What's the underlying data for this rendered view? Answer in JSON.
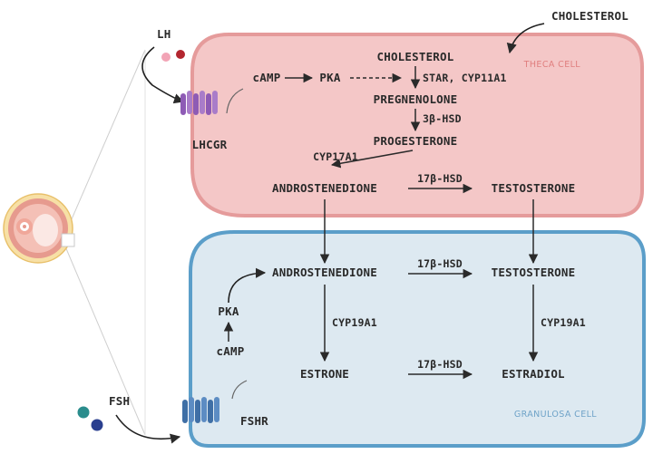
{
  "external": {
    "cholesterol": "CHOLESTEROL",
    "lh": "LH",
    "fsh": "FSH"
  },
  "receptors": {
    "lhcgr": "LHCGR",
    "fshr": "FSHR"
  },
  "theca": {
    "name": "THECA CELL",
    "camp": "cAMP",
    "pka": "PKA",
    "cholesterol": "CHOLESTEROL",
    "star_enzymes": "STAR, CYP11A1",
    "pregnenolone": "PREGNENOLONE",
    "hsd3b": "3β-HSD",
    "progesterone": "PROGESTERONE",
    "cyp17a1": "CYP17A1",
    "androstenedione": "ANDROSTENEDIONE",
    "hsd17b": "17β-HSD",
    "testosterone": "TESTOSTERONE"
  },
  "granulosa": {
    "name": "GRANULOSA CELL",
    "androstenedione": "ANDROSTENEDIONE",
    "hsd17b_top": "17β-HSD",
    "testosterone": "TESTOSTERONE",
    "pka": "PKA",
    "camp": "cAMP",
    "cyp19a1_left": "CYP19A1",
    "cyp19a1_right": "CYP19A1",
    "estrone": "ESTRONE",
    "hsd17b_bottom": "17β-HSD",
    "estradiol": "ESTRADIOL"
  },
  "colors": {
    "theca_fill": "#f4c7c7",
    "theca_stroke": "#e59b9b",
    "theca_label": "#e07f7f",
    "granulosa_fill": "#dde9f1",
    "granulosa_stroke": "#5b9ec9",
    "granulosa_label": "#6fa3c8",
    "lh_ligand_1": "#f2a4b6",
    "lh_ligand_2": "#b3262f",
    "fsh_ligand_1": "#2a8c8c",
    "fsh_ligand_2": "#2a3f8f",
    "lhcgr": "#8e5bb5",
    "fshr": "#3f6fa6"
  }
}
